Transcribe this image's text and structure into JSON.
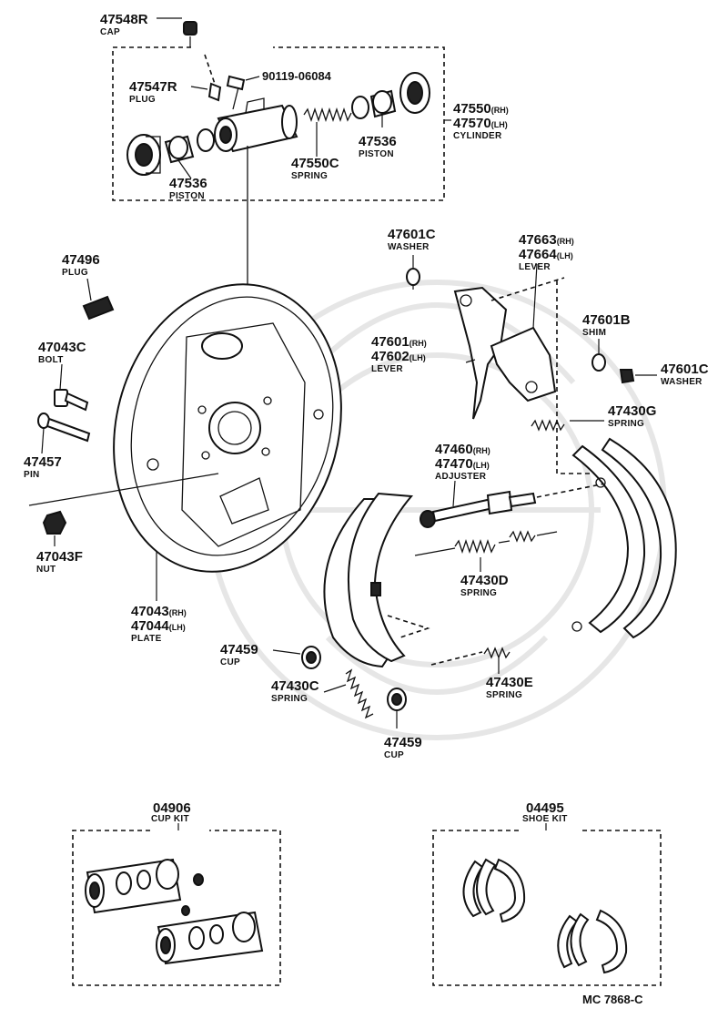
{
  "callouts": {
    "cap_47548R": {
      "number": "47548R",
      "name": "CAP"
    },
    "bolt_90119": {
      "number": "90119-06084"
    },
    "plug_47547R": {
      "number": "47547R",
      "name": "PLUG"
    },
    "cylinder_47550": {
      "number_rh": "47550",
      "suffix_rh": "(RH)",
      "number_lh": "47570",
      "suffix_lh": "(LH)",
      "name": "CYLINDER"
    },
    "piston_47536_right": {
      "number": "47536",
      "name": "PISTON"
    },
    "spring_47550C": {
      "number": "47550C",
      "name": "SPRING"
    },
    "piston_47536_left": {
      "number": "47536",
      "name": "PISTON"
    },
    "washer_47601C_top": {
      "number": "47601C",
      "name": "WASHER"
    },
    "lever_47663": {
      "number_rh": "47663",
      "suffix_rh": "(RH)",
      "number_lh": "47664",
      "suffix_lh": "(LH)",
      "name": "LEVER"
    },
    "plug_47496": {
      "number": "47496",
      "name": "PLUG"
    },
    "bolt_47043C": {
      "number": "47043C",
      "name": "BOLT"
    },
    "lever_47601": {
      "number_rh": "47601",
      "suffix_rh": "(RH)",
      "number_lh": "47602",
      "suffix_lh": "(LH)",
      "name": "LEVER"
    },
    "shim_47601B": {
      "number": "47601B",
      "name": "SHIM"
    },
    "washer_47601C_right": {
      "number": "47601C",
      "name": "WASHER"
    },
    "spring_47430G": {
      "number": "47430G",
      "name": "SPRING"
    },
    "adjuster_47460": {
      "number_rh": "47460",
      "suffix_rh": "(RH)",
      "number_lh": "47470",
      "suffix_lh": "(LH)",
      "name": "ADJUSTER"
    },
    "pin_47457": {
      "number": "47457",
      "name": "PIN"
    },
    "nut_47043F": {
      "number": "47043F",
      "name": "NUT"
    },
    "spring_47430D": {
      "number": "47430D",
      "name": "SPRING"
    },
    "plate_47043": {
      "number_rh": "47043",
      "suffix_rh": "(RH)",
      "number_lh": "47044",
      "suffix_lh": "(LH)",
      "name": "PLATE"
    },
    "cup_47459_top": {
      "number": "47459",
      "name": "CUP"
    },
    "spring_47430C": {
      "number": "47430C",
      "name": "SPRING"
    },
    "spring_47430E": {
      "number": "47430E",
      "name": "SPRING"
    },
    "cup_47459_bottom": {
      "number": "47459",
      "name": "CUP"
    }
  },
  "kits": {
    "cup_kit": {
      "number": "04906",
      "name": "CUP KIT"
    },
    "shoe_kit": {
      "number": "04495",
      "name": "SHOE KIT"
    }
  },
  "diagram_ref": "MC 7868-C"
}
